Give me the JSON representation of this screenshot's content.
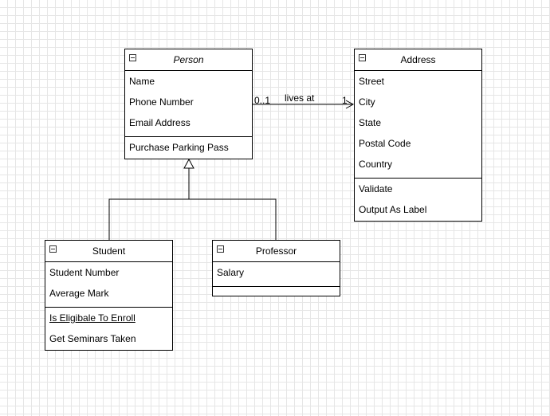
{
  "classes": {
    "person": {
      "name": "Person",
      "attributes": [
        "Name",
        "Phone Number",
        "Email Address"
      ],
      "operations": [
        "Purchase Parking Pass"
      ]
    },
    "address": {
      "name": "Address",
      "attributes": [
        "Street",
        "City",
        "State",
        "Postal Code",
        "Country"
      ],
      "operations": [
        "Validate",
        "Output As Label"
      ]
    },
    "student": {
      "name": "Student",
      "attributes": [
        "Student Number",
        "Average Mark"
      ],
      "operations": [
        "Is Eligibale To Enroll",
        "Get Seminars Taken"
      ]
    },
    "professor": {
      "name": "Professor",
      "attributes": [
        "Salary"
      ],
      "operations": []
    }
  },
  "association": {
    "label": "lives at",
    "source_multiplicity": "0..1",
    "target_multiplicity": "1"
  }
}
